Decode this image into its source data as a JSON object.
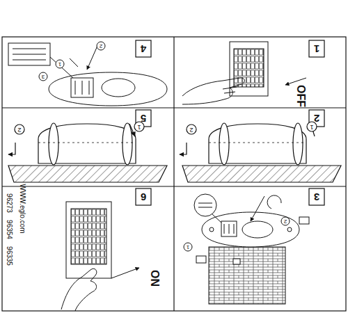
{
  "diagram": {
    "labels": [
      "4",
      "1",
      "5",
      "2",
      "6",
      "3",
      "OFF",
      "ON",
      "WWW.eglo.com",
      "96273",
      "96354",
      "96335",
      "1",
      "2",
      "1",
      "2",
      "1",
      "2",
      "3",
      "1",
      "2"
    ]
  }
}
